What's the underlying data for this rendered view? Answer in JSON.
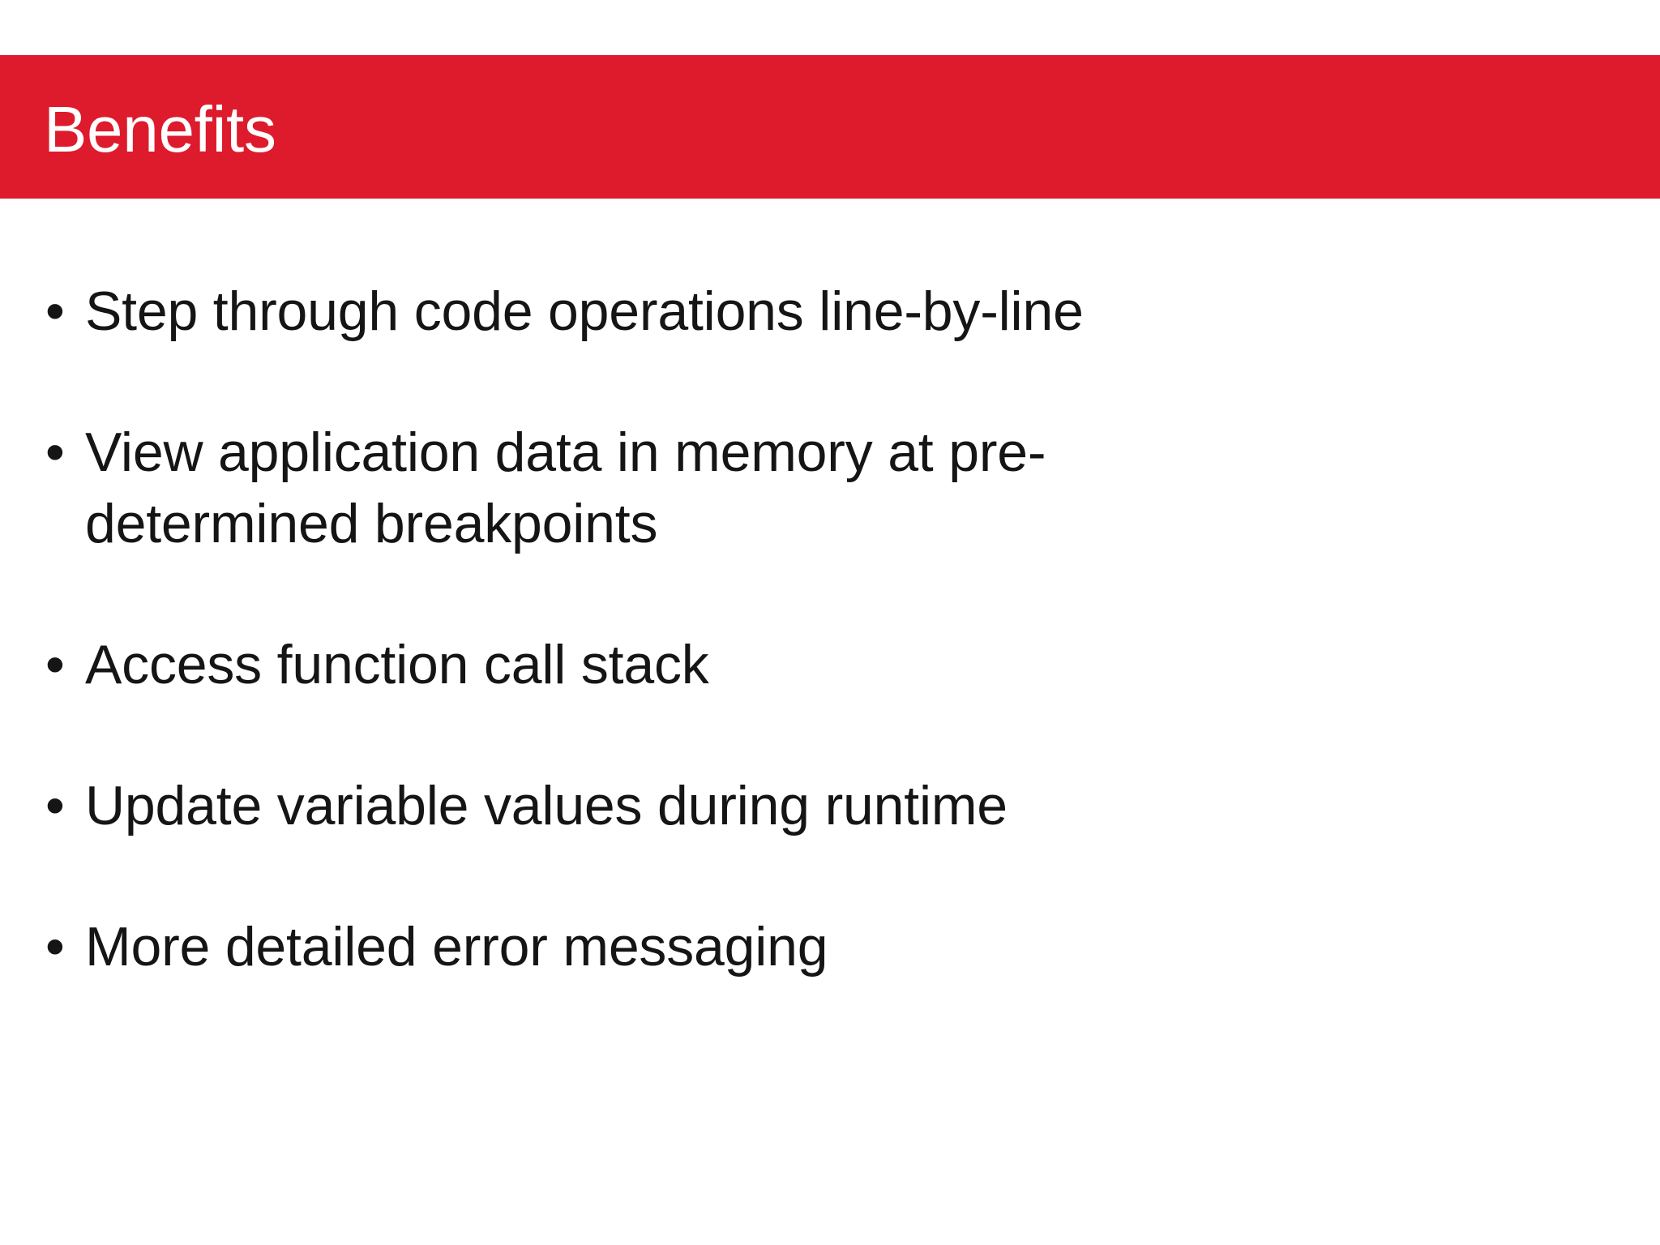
{
  "slide": {
    "title": "Benefits",
    "banner_color": "#DD1B2C",
    "title_color": "#FFFFFF",
    "background_color": "#FFFFFF",
    "text_color": "#151515",
    "bullet_glyph": "•",
    "bullets": [
      {
        "text": "Step through code operations line-by-line"
      },
      {
        "text": "View application data in memory at pre-determined breakpoints"
      },
      {
        "text": "Access function call stack"
      },
      {
        "text": "Update variable values during runtime"
      },
      {
        "text": "More detailed error messaging"
      }
    ]
  }
}
